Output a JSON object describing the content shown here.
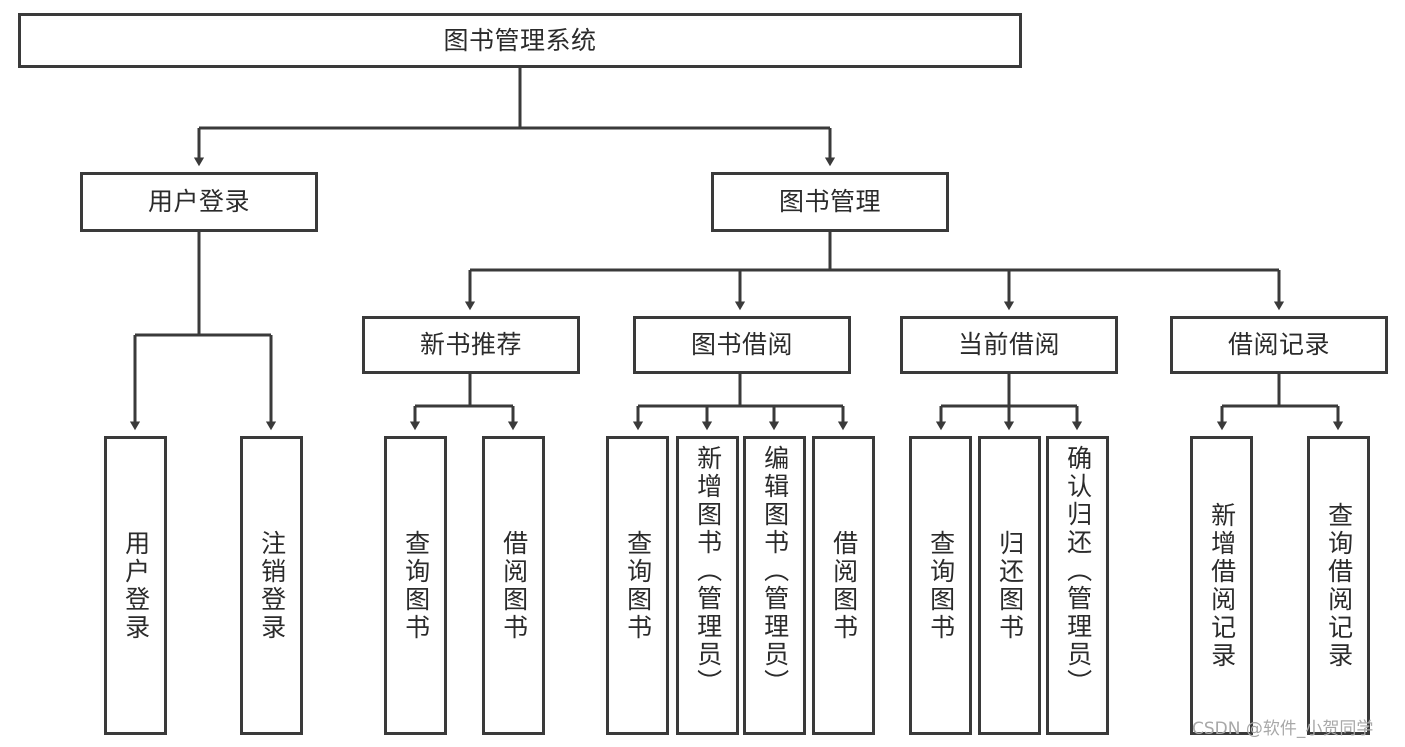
{
  "diagram": {
    "title": "图书管理系统",
    "type": "function-structure-tree",
    "line_color": "#3a3a3a",
    "background_color": "#ffffff",
    "text_color": "#2b2b2b"
  },
  "watermark": {
    "text": "CSDN @软件_小贺同学",
    "color": "#a8a8a8"
  },
  "nodes": {
    "root": {
      "label": "图书管理系统",
      "level": 1
    },
    "level2": [
      {
        "id": "user-login",
        "label": "用户登录"
      },
      {
        "id": "book-manage",
        "label": "图书管理"
      }
    ],
    "level3": [
      {
        "id": "new-book-recommend",
        "label": "新书推荐"
      },
      {
        "id": "book-borrow",
        "label": "图书借阅"
      },
      {
        "id": "current-borrow",
        "label": "当前借阅"
      },
      {
        "id": "borrow-record",
        "label": "借阅记录"
      }
    ],
    "leaves": {
      "user_login": [
        {
          "id": "leaf-user-login",
          "label": "用户登录"
        },
        {
          "id": "leaf-logout-login",
          "label": "注销登录"
        }
      ],
      "new_book_recommend": [
        {
          "id": "leaf-query-book-1",
          "label": "查询图书"
        },
        {
          "id": "leaf-borrow-book-1",
          "label": "借阅图书"
        }
      ],
      "book_borrow": [
        {
          "id": "leaf-query-book-2",
          "label": "查询图书"
        },
        {
          "id": "leaf-add-book",
          "label": "新增图书（管理员）"
        },
        {
          "id": "leaf-edit-book",
          "label": "编辑图书（管理员）"
        },
        {
          "id": "leaf-borrow-book-2",
          "label": "借阅图书"
        }
      ],
      "current_borrow": [
        {
          "id": "leaf-query-book-3",
          "label": "查询图书"
        },
        {
          "id": "leaf-return-book",
          "label": "归还图书"
        },
        {
          "id": "leaf-confirm-return",
          "label": "确认归还（管理员）"
        }
      ],
      "borrow_record": [
        {
          "id": "leaf-add-record",
          "label": "新增借阅记录"
        },
        {
          "id": "leaf-query-record",
          "label": "查询借阅记录"
        }
      ]
    }
  }
}
